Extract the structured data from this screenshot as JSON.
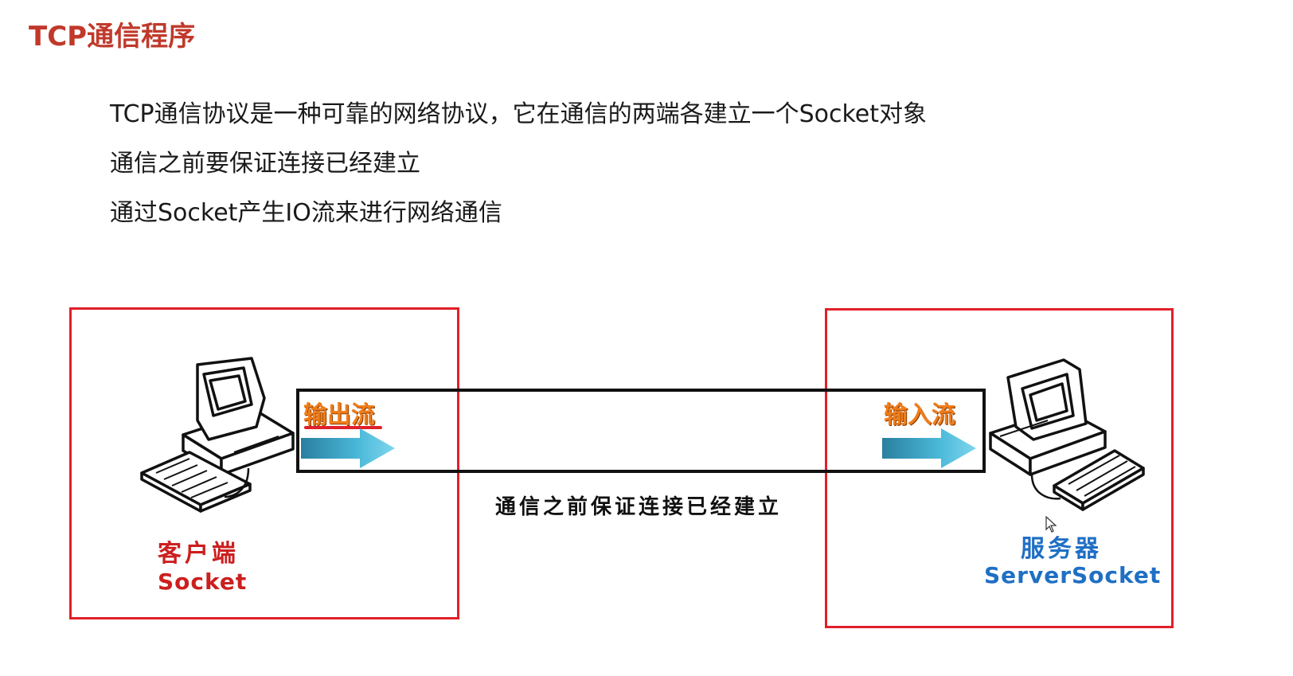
{
  "title": "TCP通信程序",
  "bullets": [
    "TCP通信协议是一种可靠的网络协议，它在通信的两端各建立一个Socket对象",
    "通信之前要保证连接已经建立",
    "通过Socket产生IO流来进行网络通信"
  ],
  "diagram": {
    "client": {
      "name": "客户端",
      "socket": "Socket",
      "stream": "输出流",
      "color": "#cc1f1f"
    },
    "server": {
      "name": "服务器",
      "socket": "ServerSocket",
      "stream": "输入流",
      "color": "#1f6fc4"
    },
    "caption": "通信之前保证连接已经建立",
    "stream_color": "#f07d1a",
    "box_color": "#e0202a",
    "icons": [
      "computer-icon",
      "arrow-right-icon",
      "mouse-cursor-icon"
    ]
  }
}
